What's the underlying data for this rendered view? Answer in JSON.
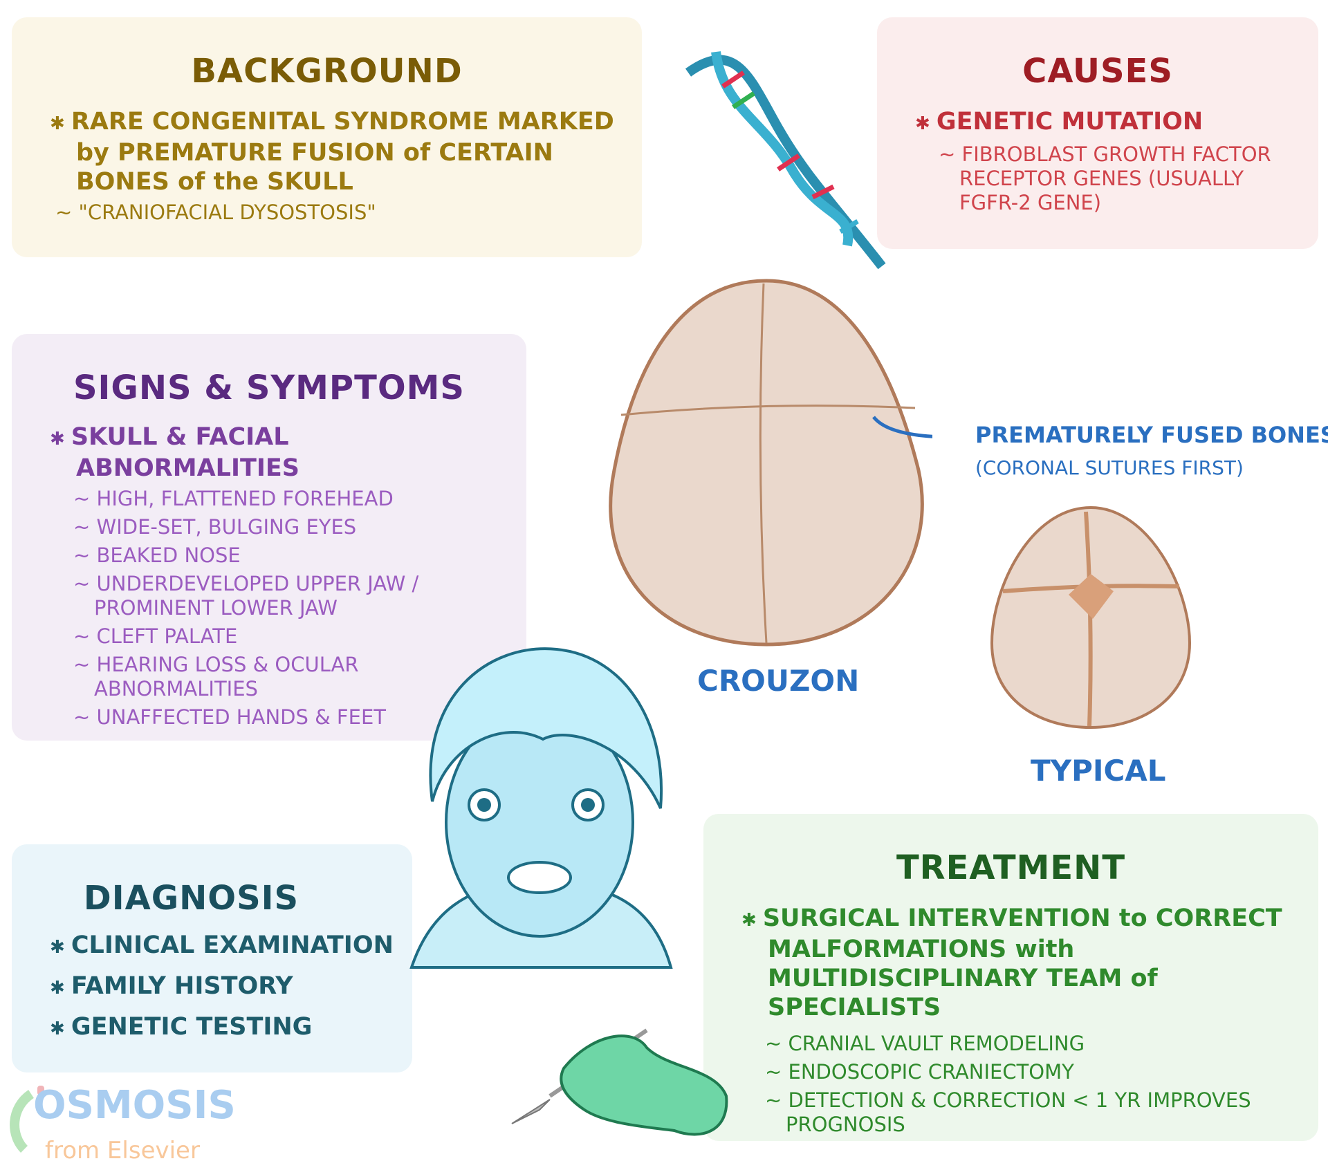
{
  "background": {
    "title": "BACKGROUND",
    "point": "RARE CONGENITAL SYNDROME MARKED by PREMATURE FUSION of CERTAIN BONES of the SKULL",
    "sub": "\"CRANIOFACIAL DYSOSTOSIS\"",
    "bg": "#fbf6e7",
    "color": "#8a6d0e"
  },
  "causes": {
    "title": "CAUSES",
    "point": "GENETIC MUTATION",
    "sub": "FIBROBLAST GROWTH FACTOR RECEPTOR GENES (USUALLY FGFR-2 GENE)",
    "bg": "#fbeded",
    "color": "#c0303a"
  },
  "signs": {
    "title": "SIGNS & SYMPTOMS",
    "point": "SKULL & FACIAL ABNORMALITIES",
    "subs": [
      "HIGH, FLATTENED FOREHEAD",
      "WIDE-SET, BULGING EYES",
      "BEAKED NOSE",
      "UNDERDEVELOPED UPPER JAW / PROMINENT LOWER JAW",
      "CLEFT PALATE",
      "HEARING LOSS & OCULAR ABNORMALITIES",
      "UNAFFECTED HANDS & FEET"
    ],
    "bg": "#f3edf6",
    "color": "#7a3f9e"
  },
  "diagnosis": {
    "title": "DIAGNOSIS",
    "points": [
      "CLINICAL EXAMINATION",
      "FAMILY HISTORY",
      "GENETIC TESTING"
    ],
    "bg": "#eaf5fa",
    "color": "#1e5c6b"
  },
  "treatment": {
    "title": "TREATMENT",
    "point": "SURGICAL INTERVENTION to CORRECT MALFORMATIONS with MULTIDISCIPLINARY TEAM of SPECIALISTS",
    "subs": [
      "CRANIAL VAULT REMODELING",
      "ENDOSCOPIC CRANIECTOMY",
      "DETECTION & CORRECTION < 1 YR IMPROVES PROGNOSIS"
    ],
    "bg": "#edf7ec",
    "color": "#2f8a2c"
  },
  "figures": {
    "crouzon_label": "CROUZON",
    "typical_label": "TYPICAL",
    "fused_label": "PREMATURELY FUSED BONES",
    "fused_sub": "(CORONAL SUTURES FIRST)"
  },
  "logo": {
    "name": "OSMOSIS",
    "tagline": "from Elsevier"
  }
}
